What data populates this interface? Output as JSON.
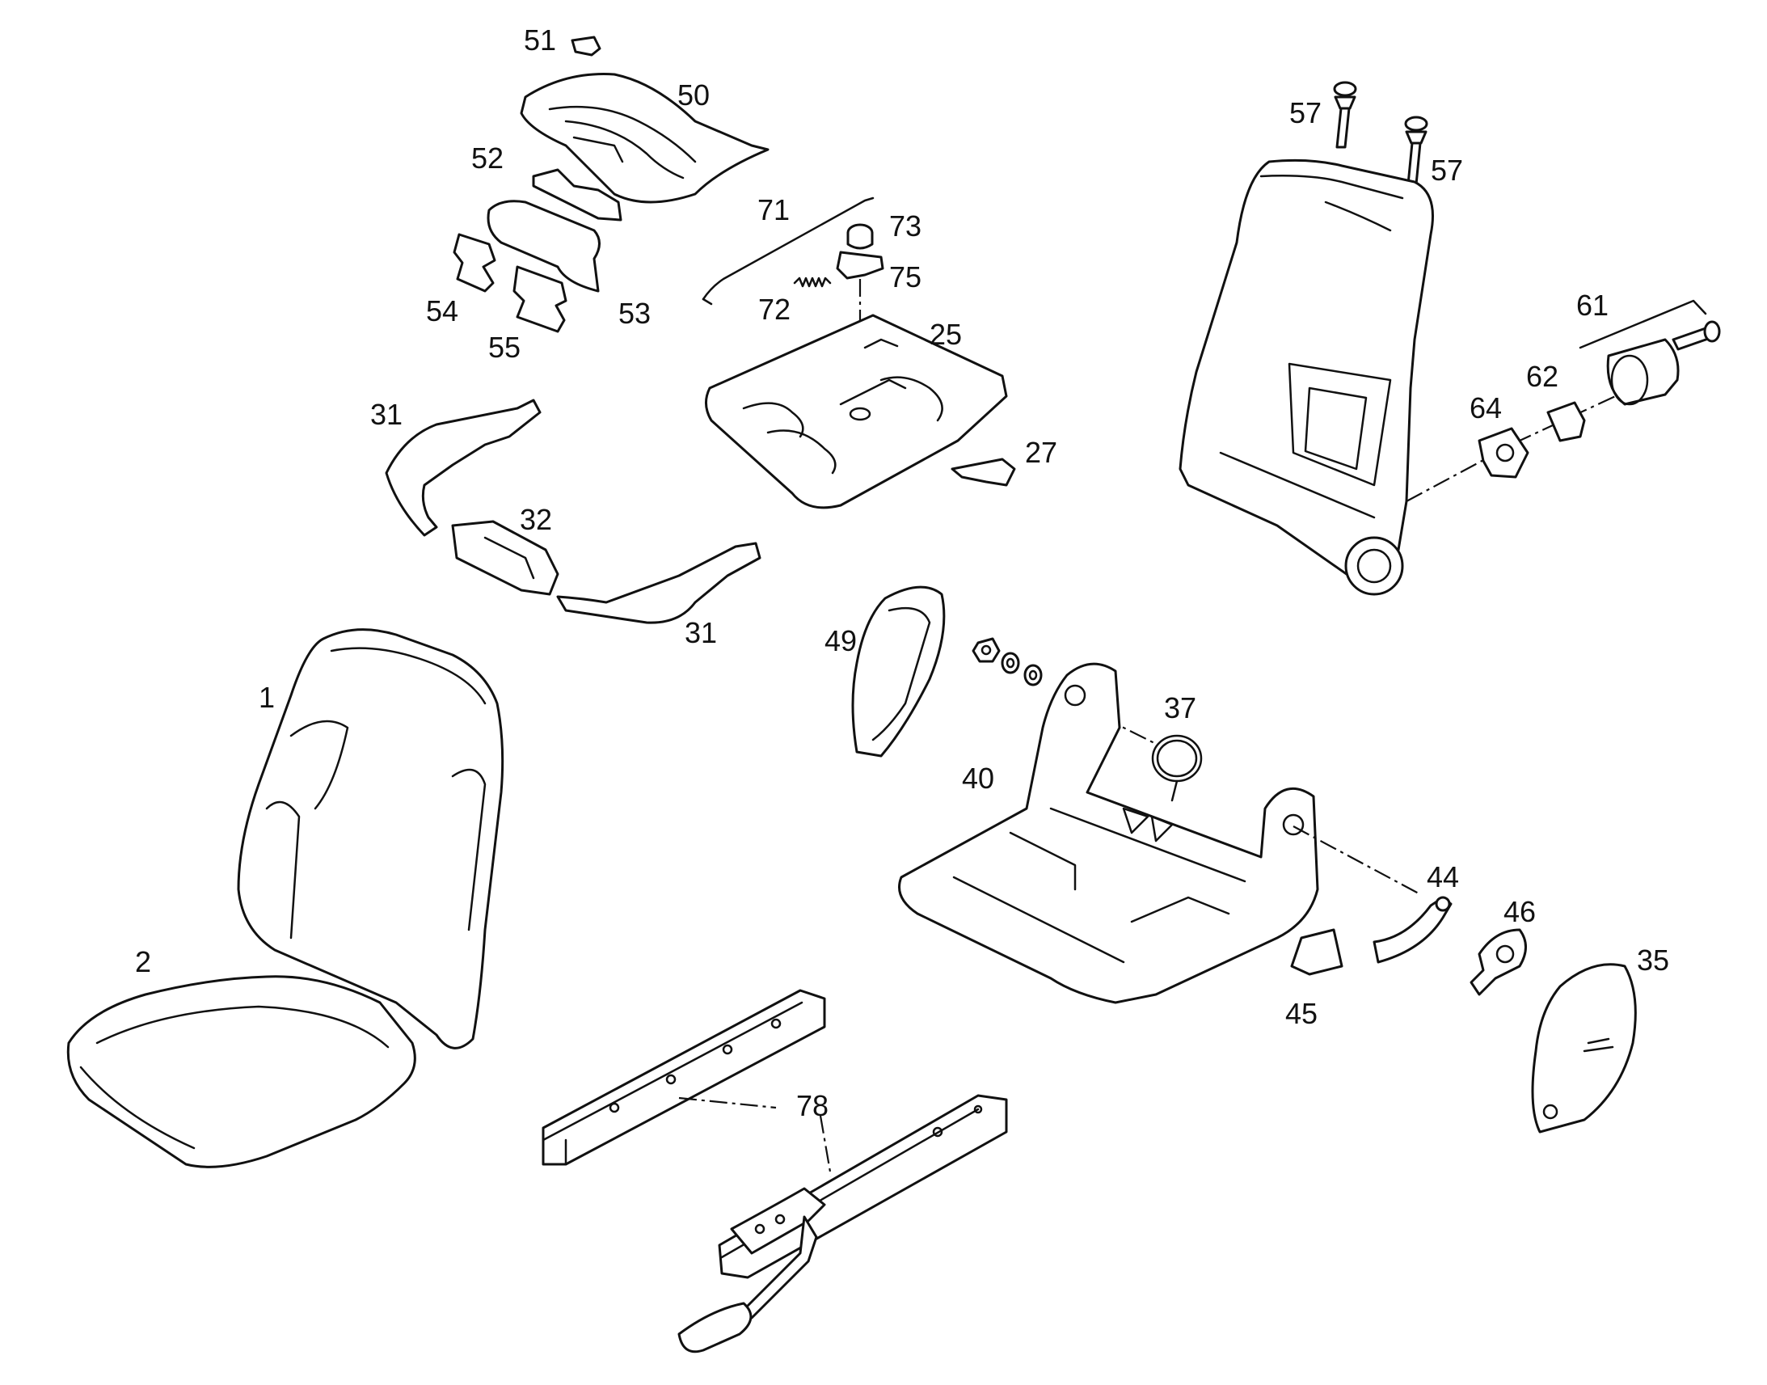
{
  "labels": {
    "l1": "1",
    "l2": "2",
    "l25": "25",
    "l27": "27",
    "l31a": "31",
    "l31b": "31",
    "l32": "32",
    "l35": "35",
    "l37": "37",
    "l40": "40",
    "l44": "44",
    "l45": "45",
    "l46": "46",
    "l49": "49",
    "l50": "50",
    "l51": "51",
    "l52": "52",
    "l53": "53",
    "l54": "54",
    "l55": "55",
    "l57a": "57",
    "l57b": "57",
    "l61": "61",
    "l62": "62",
    "l64": "64",
    "l71": "71",
    "l72": "72",
    "l73": "73",
    "l75": "75",
    "l78": "78"
  }
}
